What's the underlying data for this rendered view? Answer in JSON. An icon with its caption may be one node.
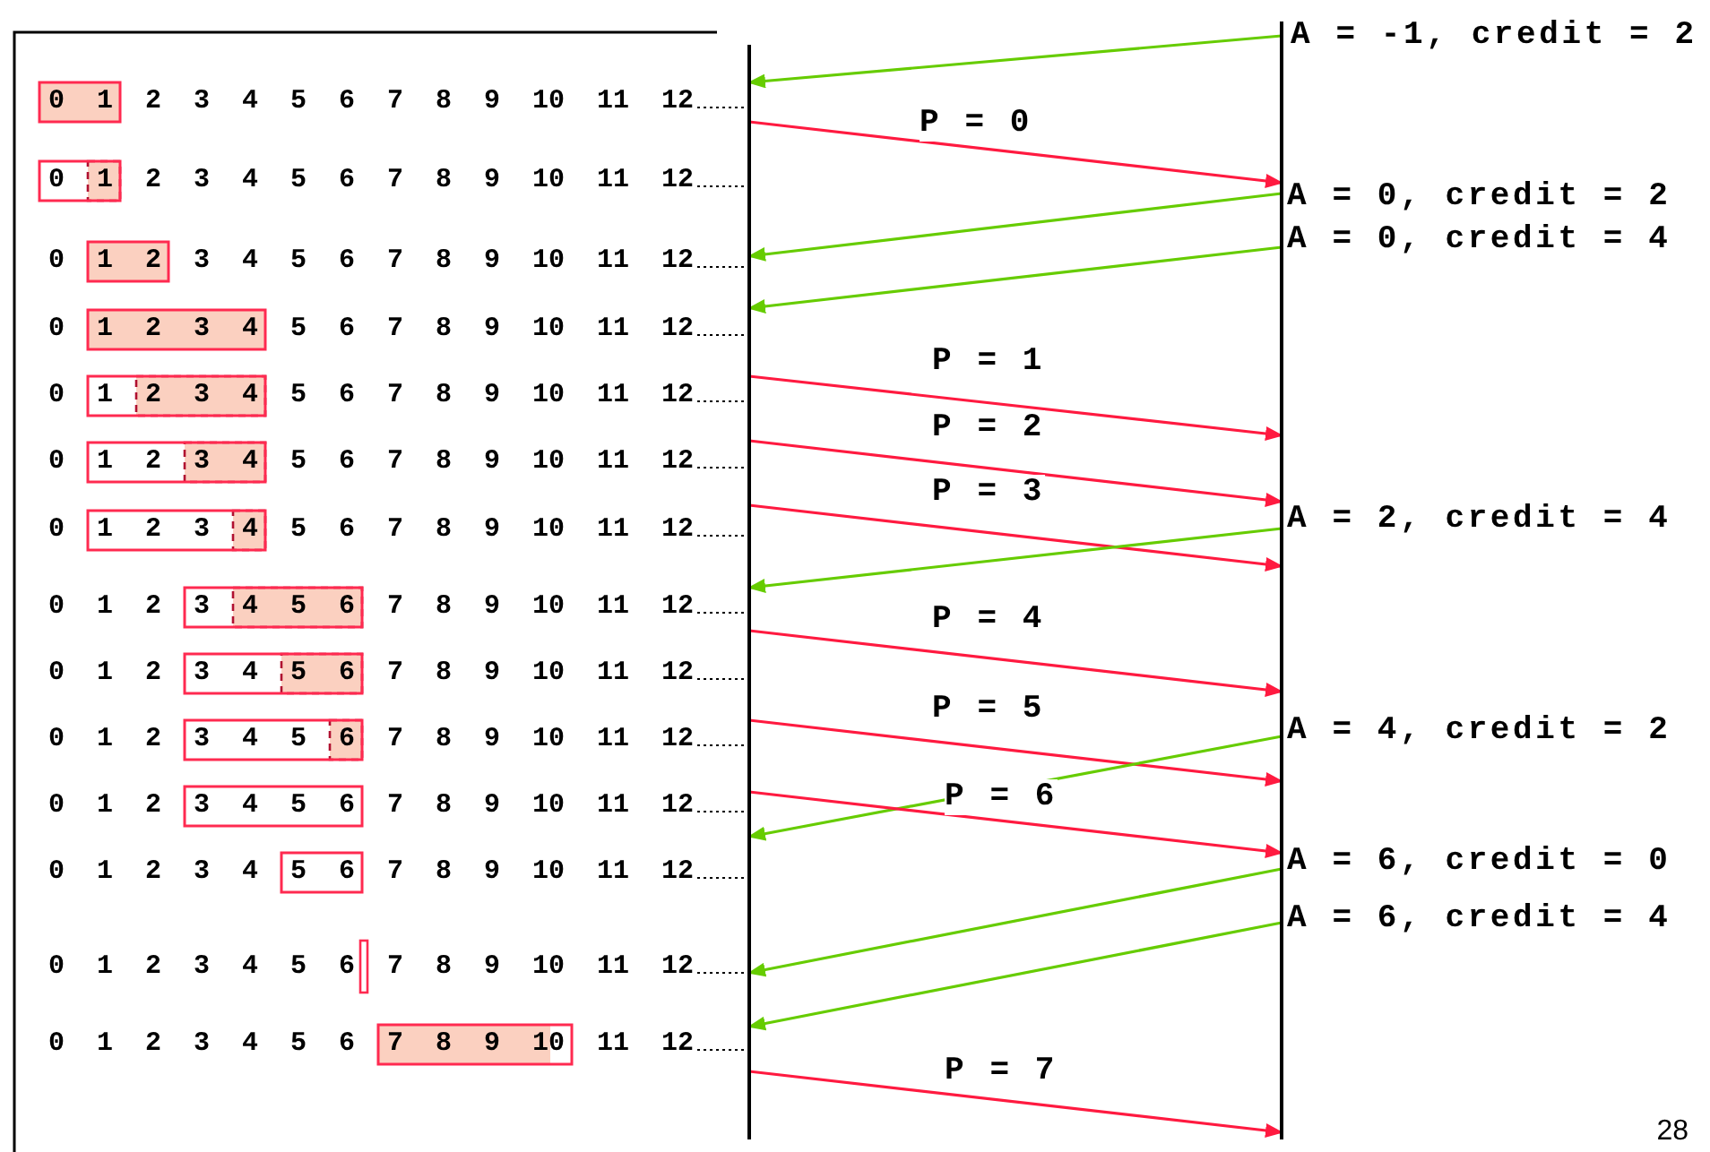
{
  "diagram": {
    "nodes": [
      {
        "text": [],
        "shape": "line"
      },
      {
        "text": [],
        "shape": "line"
      },
      {
        "text": [
          "0 1 2 3 4 5 6 7 8 9 10 11 12"
        ]
      },
      {
        "text": [
          "0 1 2 3 4 5 6 7 8 9 10 11 12"
        ]
      },
      {
        "text": [
          "0 1 2 3 4 5 6 7 8 9 10 11 12"
        ]
      },
      {
        "text": [
          "0 1 2 3 4 5 6 7 8 9 10 11 12"
        ]
      },
      {
        "text": [
          "0 1 2 3 4 5 6 7 8 9 10 11 12"
        ]
      },
      {
        "text": [
          "0 1 2 3 4 5 6 7 8 9 10 11 12"
        ]
      },
      {
        "text": [
          "0 1 2 3 4 5 6 7 8 9 10 11 12"
        ]
      },
      {
        "text": [
          "0 1 2 3 4 5 6 7 8 9 10 11 12"
        ]
      },
      {
        "text": [
          "0 1 2 3 4 5 6 7 8 9 10 11 12"
        ]
      },
      {
        "text": [
          "0 1 2 3 4 5 6 7 8 9 10 11 12"
        ]
      },
      {
        "text": [
          "0 1 2 3 4 5 6 7 8 9 10 11 12"
        ]
      },
      {
        "text": [
          "0 1 2 3 4 5 6 7 8 9 10 11 12"
        ]
      },
      {
        "text": [
          "0 1 2 3 4 5 6 7 8 9 10 11 12"
        ]
      },
      {
        "text": [
          "0 1 2 3 4 5 6 7 8 9 10 11 12"
        ]
      }
    ],
    "edges": [
      {
        "from": 2,
        "to": 0,
        "arrow": "none",
        "style": "dashed"
      },
      {
        "from": 3,
        "to": 0,
        "arrow": "none",
        "style": "dashed"
      },
      {
        "from": 4,
        "to": 0,
        "arrow": "none",
        "style": "dashed"
      },
      {
        "from": 5,
        "to": 0,
        "arrow": "none",
        "style": "dashed"
      },
      {
        "from": 6,
        "to": 0,
        "arrow": "none",
        "style": "dashed"
      },
      {
        "from": 7,
        "to": 0,
        "arrow": "none",
        "style": "dashed"
      },
      {
        "from": 8,
        "to": 0,
        "arrow": "none",
        "style": "dashed"
      },
      {
        "from": 9,
        "to": 0,
        "arrow": "none",
        "style": "dashed"
      },
      {
        "from": 10,
        "to": 0,
        "arrow": "none",
        "style": "dashed"
      },
      {
        "from": 11,
        "to": 0,
        "arrow": "none",
        "style": "dashed"
      },
      {
        "from": 12,
        "to": 0,
        "arrow": "none",
        "style": "dashed"
      },
      {
        "from": 13,
        "to": 0,
        "arrow": "none",
        "style": "dashed"
      },
      {
        "from": 14,
        "to": 0,
        "arrow": "none",
        "style": "dashed"
      },
      {
        "from": 15,
        "to": 0,
        "arrow": "none",
        "style": "dashed"
      },
      {
        "from": 1,
        "to": 0,
        "arrow": "to",
        "label": "A = -1, credit = 2",
        "color": "#66cc00"
      },
      {
        "from": 0,
        "to": 1,
        "arrow": "to",
        "label": "P = 0",
        "color": "#ff1a40"
      },
      {
        "from": 1,
        "to": 0,
        "arrow": "to",
        "label": "A = 0, credit = 2",
        "color": "#66cc00"
      },
      {
        "from": 1,
        "to": 0,
        "arrow": "to",
        "label": "A = 0, credit = 4",
        "color": "#66cc00"
      },
      {
        "from": 0,
        "to": 1,
        "arrow": "to",
        "label": "P = 1",
        "color": "#ff1a40"
      },
      {
        "from": 0,
        "to": 1,
        "arrow": "to",
        "label": "P = 2",
        "color": "#ff1a40"
      },
      {
        "from": 0,
        "to": 1,
        "arrow": "to",
        "label": "P = 3",
        "color": "#ff1a40"
      },
      {
        "from": 1,
        "to": 0,
        "arrow": "to",
        "label": "A = 2, credit = 4",
        "color": "#66cc00"
      },
      {
        "from": 0,
        "to": 1,
        "arrow": "to",
        "label": "P = 4",
        "color": "#ff1a40"
      },
      {
        "from": 0,
        "to": 1,
        "arrow": "to",
        "label": "P = 5",
        "color": "#ff1a40"
      },
      {
        "from": 1,
        "to": 0,
        "arrow": "to",
        "label": "A = 4, credit = 2",
        "color": "#66cc00"
      },
      {
        "from": 0,
        "to": 1,
        "arrow": "to",
        "label": "P = 6",
        "color": "#ff1a40"
      },
      {
        "from": 1,
        "to": 0,
        "arrow": "to",
        "label": "A = 6, credit = 0",
        "color": "#66cc00"
      },
      {
        "from": 1,
        "to": 0,
        "arrow": "to",
        "label": "A = 6, credit = 4",
        "color": "#66cc00"
      },
      {
        "from": 0,
        "to": 1,
        "arrow": "to",
        "label": "P = 7",
        "color": "#ff1a40"
      }
    ],
    "labels": [
      "28"
    ]
  }
}
